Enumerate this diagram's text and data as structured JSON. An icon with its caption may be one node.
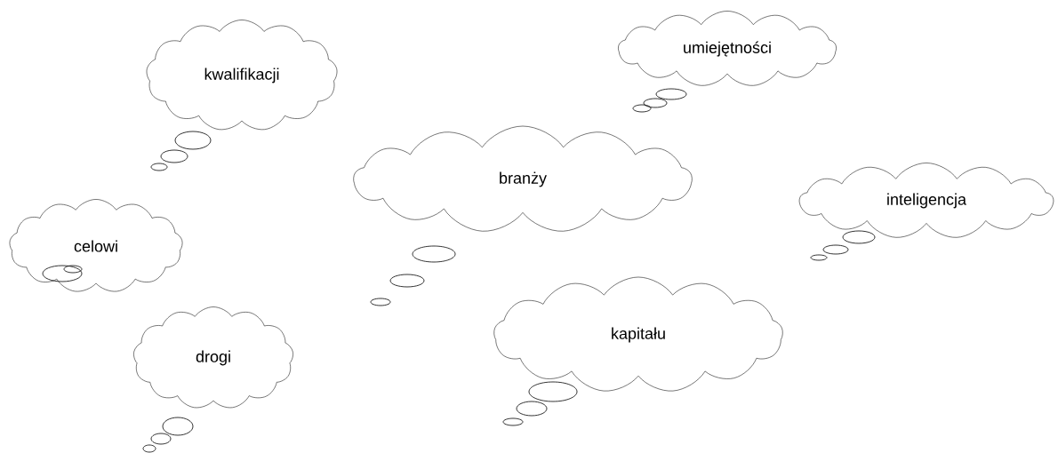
{
  "diagram": {
    "nodes": [
      {
        "text": [
          "kwalifikacji"
        ]
      },
      {
        "text": [
          "umiejętności"
        ]
      },
      {
        "text": [
          "branży"
        ]
      },
      {
        "text": [
          "inteligencja"
        ]
      },
      {
        "text": [
          "celowi"
        ]
      },
      {
        "text": [
          "kapitału"
        ]
      },
      {
        "text": [
          "drogi"
        ]
      }
    ]
  }
}
